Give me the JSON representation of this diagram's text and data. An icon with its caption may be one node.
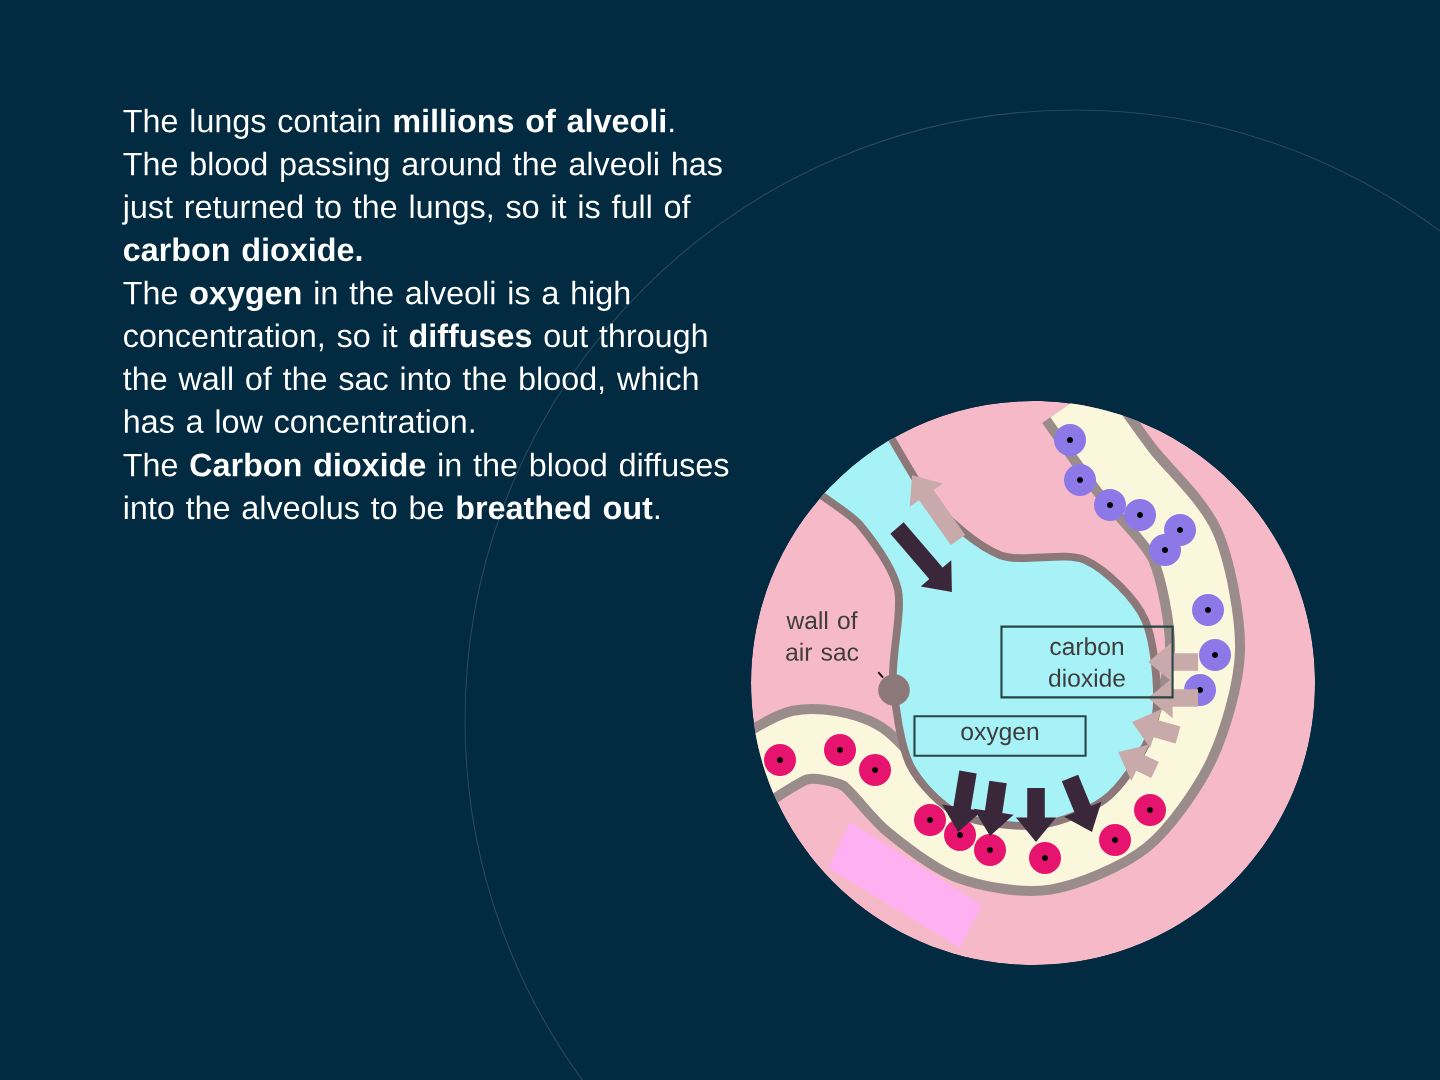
{
  "diagram": {
    "nodes": [
      {
        "text": [
          "wall of air sac"
        ]
      },
      {
        "text": [
          "carbon dioxide"
        ]
      },
      {
        "text": [
          "oxygen"
        ]
      },
      {
        "text": [],
        "shape": "circle"
      }
    ],
    "edges": [
      {
        "from": 0,
        "to": 3,
        "arrow": "none"
      }
    ],
    "labels": [
      "The lungs contain **millions of alveoli**.",
      "The blood passing around the alveoli has just returned to the lungs, so it is full of **carbon dioxide.**",
      "The **oxygen** in the alveoli is a high concentration, so it **diffuses** out through the wall of the sac into the blood, which has a low concentration.",
      "The **Carbon dioxide** in the blood diffuses into the alveolus to be **breathed out**."
    ]
  }
}
